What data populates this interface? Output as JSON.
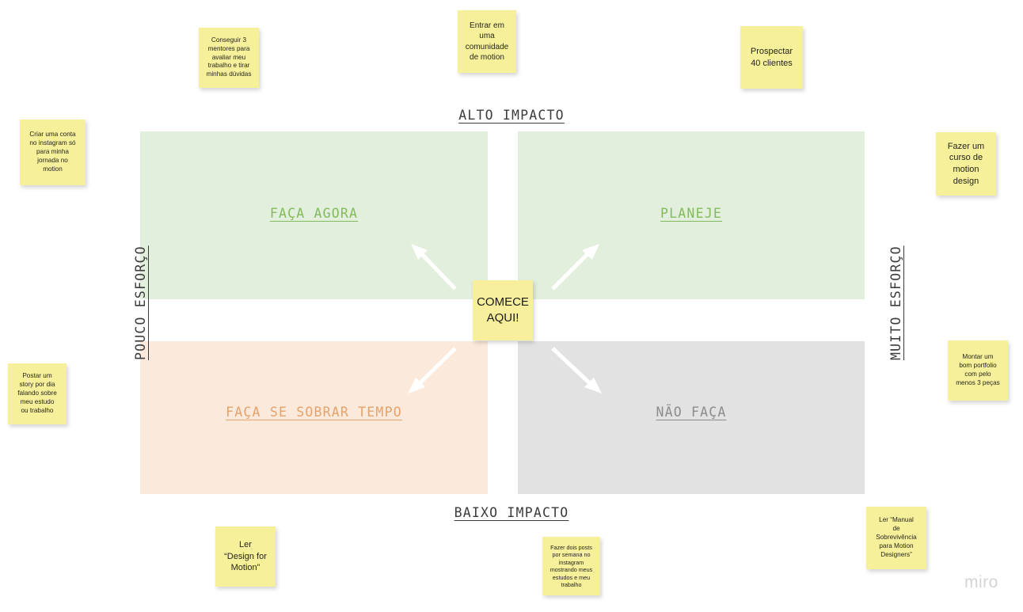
{
  "board": {
    "watermark": "miro",
    "axes": {
      "top": "ALTO IMPACTO",
      "bottom": "BAIXO IMPACTO",
      "left": "POUCO ESFORÇO",
      "right": "MUITO ESFORÇO"
    },
    "colors": {
      "quadrant_do_now": "#e3efdd",
      "quadrant_plan": "#e3efdd",
      "quadrant_if_time": "#fbe9dc",
      "quadrant_dont": "#e2e2e2",
      "label_green": "#83bb5c",
      "label_orange": "#e5a36b",
      "label_gray": "#8c8c8c",
      "sticky_yellow": "#f6f09a",
      "arrow_white": "#ffffff"
    },
    "quadrants": [
      {
        "id": "do-now",
        "label": "FAÇA AGORA"
      },
      {
        "id": "plan",
        "label": "PLANEJE"
      },
      {
        "id": "if-time",
        "label": "FAÇA SE SOBRAR TEMPO"
      },
      {
        "id": "dont",
        "label": "NÃO FAÇA"
      }
    ],
    "center_note": "COMECE\nAQUI!",
    "notes": [
      {
        "id": "note-mentores",
        "text": "Conseguir 3\nmentores para\navaliar meu\ntrabalho e tirar\nminhas dúvidas"
      },
      {
        "id": "note-comunidade",
        "text": "Entrar em\numa\ncomunidade\nde motion"
      },
      {
        "id": "note-prospectar",
        "text": "Prospectar\n40 clientes"
      },
      {
        "id": "note-instagram",
        "text": "Criar uma conta\nno instagram só\npara minha\njornada no\nmotion"
      },
      {
        "id": "note-curso",
        "text": "Fazer um\ncurso de\nmotion\ndesign"
      },
      {
        "id": "note-portfolio",
        "text": "Montar um\nbom portfolio\ncom pelo\nmenos 3 peças"
      },
      {
        "id": "note-story",
        "text": "Postar um\nstory por dia\nfalando sobre\nmeu estudo\nou trabalho"
      },
      {
        "id": "note-design-for-motion",
        "text": "Ler\n“Design for\nMotion”"
      },
      {
        "id": "note-dois-posts",
        "text": "Fazer dois posts\npor semana no\ninstagram\nmostrando meus\nestudos e meu\ntrabalho"
      },
      {
        "id": "note-manual",
        "text": "Ler “Manual\nde\nSobrevivência\npara Motion\nDesigners”"
      }
    ],
    "arrows": [
      {
        "id": "arrow-up-left",
        "direction": "up-left"
      },
      {
        "id": "arrow-up-right",
        "direction": "up-right"
      },
      {
        "id": "arrow-down-left",
        "direction": "down-left"
      },
      {
        "id": "arrow-down-right",
        "direction": "down-right"
      }
    ]
  }
}
